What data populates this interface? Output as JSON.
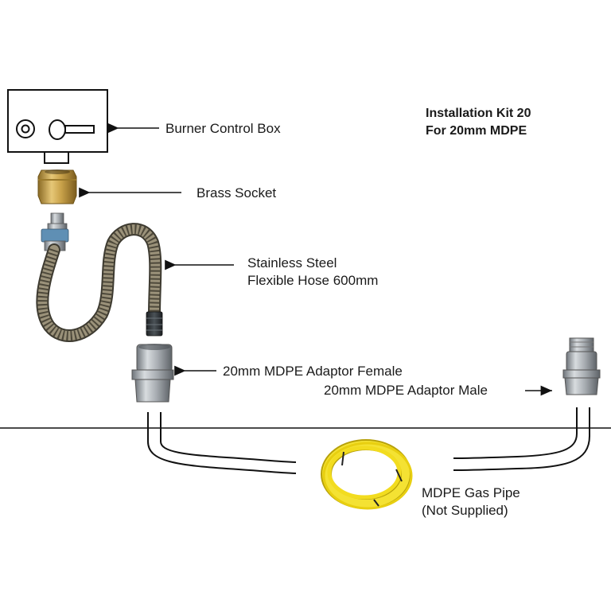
{
  "title": {
    "line1": "Installation Kit 20",
    "line2": "For 20mm MDPE"
  },
  "labels": {
    "burner_control_box": "Burner Control Box",
    "brass_socket": "Brass Socket",
    "hose_line1": "Stainless Steel",
    "hose_line2": "Flexible Hose 600mm",
    "adaptor_female": "20mm MDPE Adaptor Female",
    "adaptor_male": "20mm MDPE Adaptor Male",
    "gas_pipe_line1": "MDPE Gas Pipe",
    "gas_pipe_line2": "(Not Supplied)"
  },
  "colors": {
    "line": "#111111",
    "brass": "#c9a24a",
    "steel": "#9aa0a6",
    "hose_dark": "#5b5648",
    "pipe_yellow": "#f2dc1f"
  },
  "icons": [
    "burner-control-box-icon",
    "brass-socket-icon",
    "flexible-hose-icon",
    "adaptor-female-icon",
    "adaptor-male-icon",
    "gas-pipe-coil-icon"
  ]
}
